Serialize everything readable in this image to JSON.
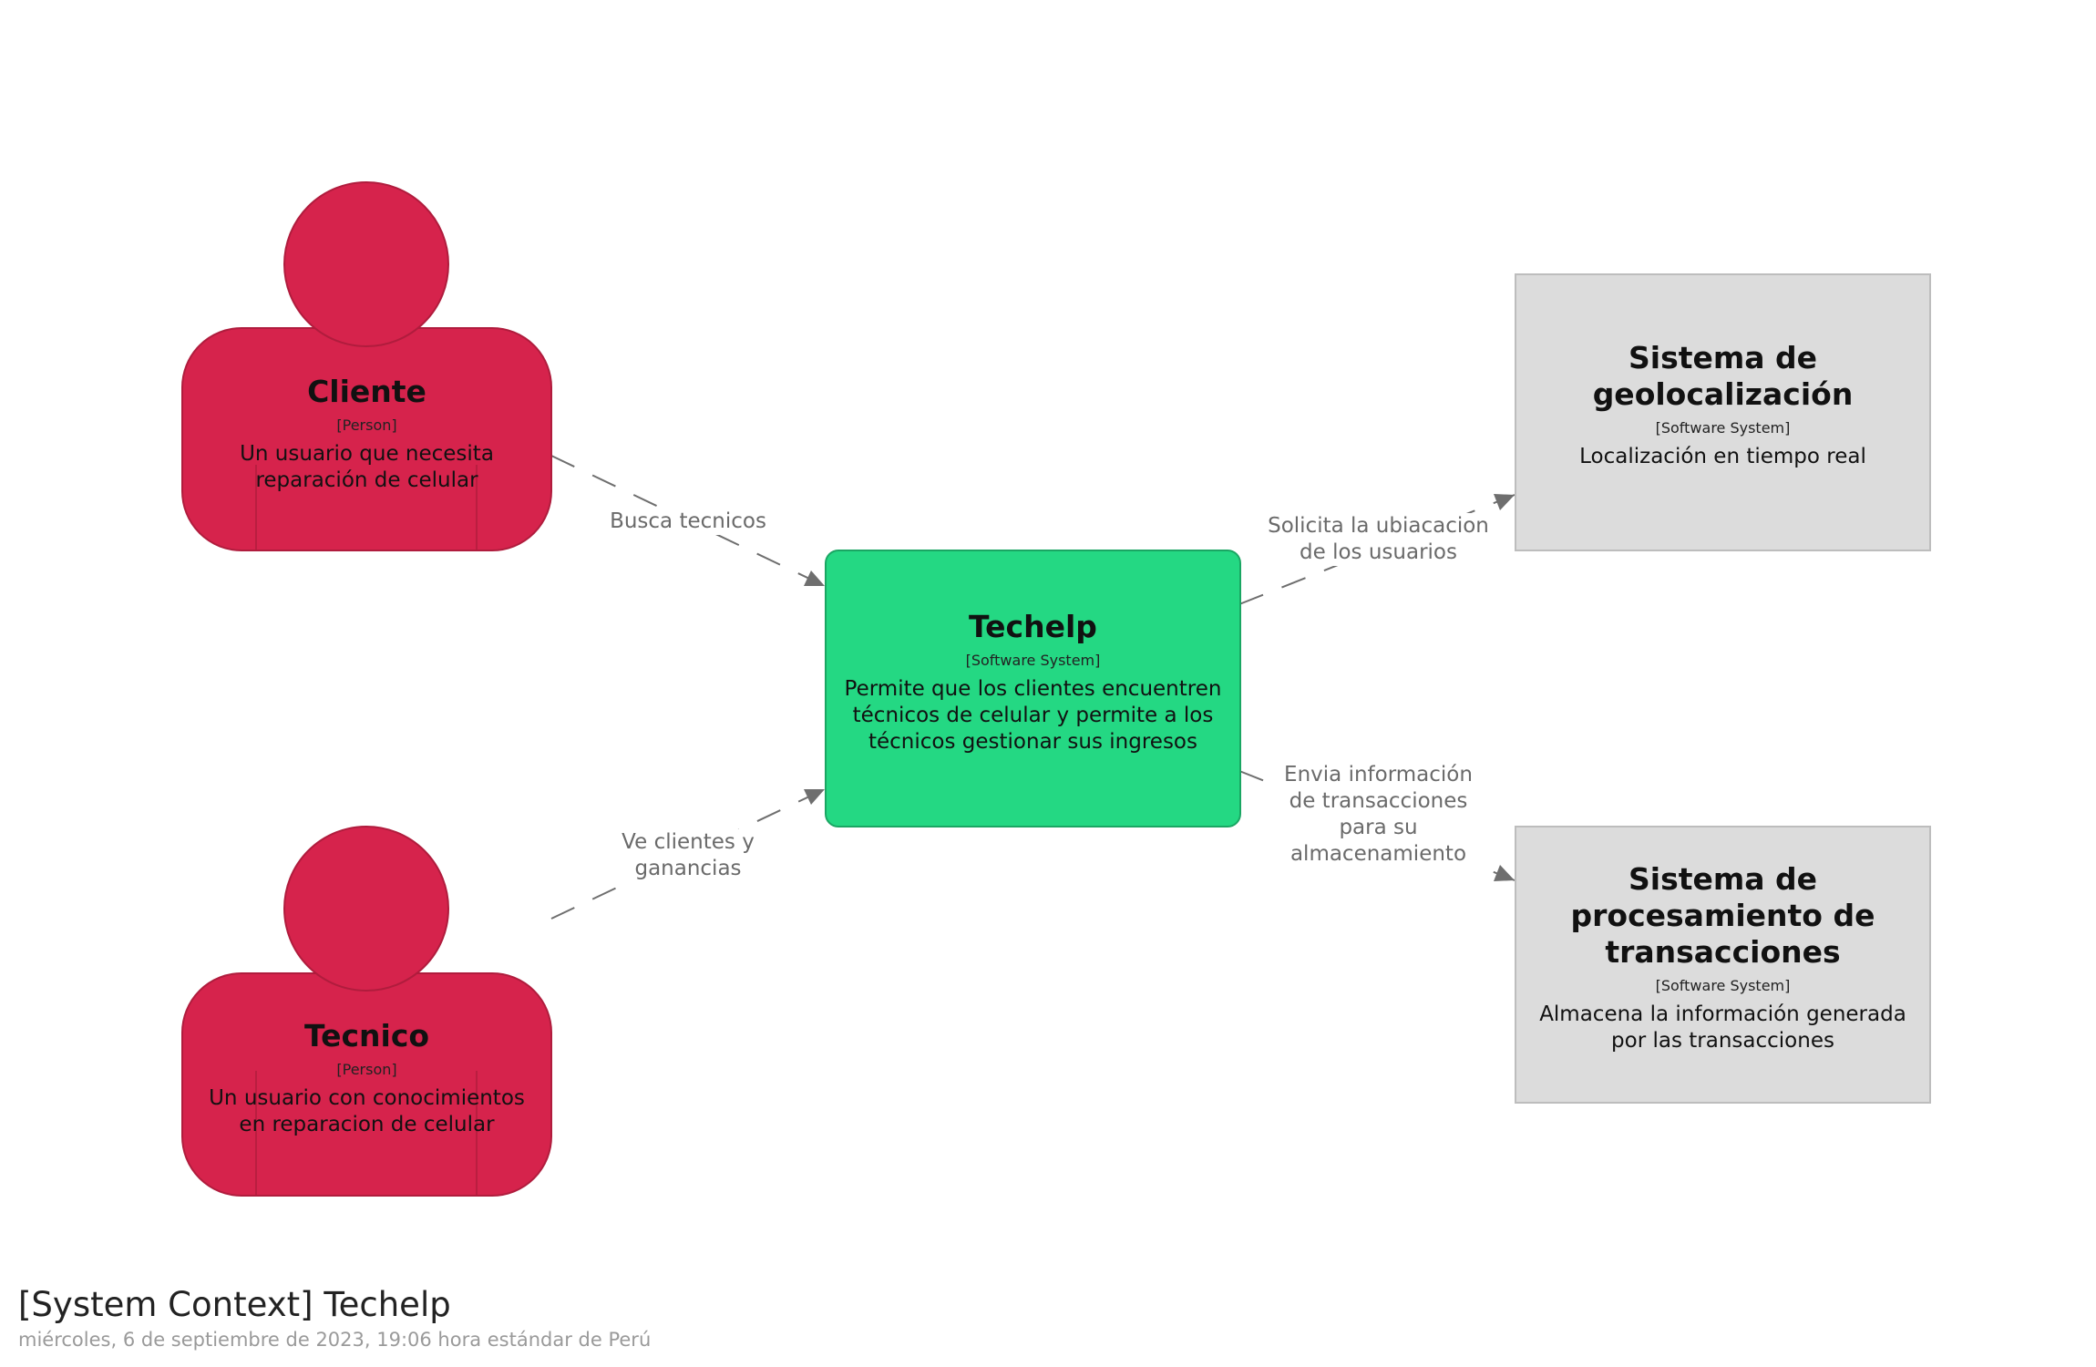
{
  "colors": {
    "person": "#d6234c",
    "person_border": "#b01c3d",
    "main_system": "#24d883",
    "main_system_border": "#1aa663",
    "external_system": "#dcdcdc",
    "external_system_border": "#bdbdbd",
    "edge": "#6e6e6e"
  },
  "elements": {
    "cliente": {
      "name": "Cliente",
      "type": "[Person]",
      "description": "Un usuario que necesita reparación de celular",
      "icon": "person-icon"
    },
    "tecnico": {
      "name": "Tecnico",
      "type": "[Person]",
      "description": "Un usuario con conocimientos en reparacion de celular",
      "icon": "person-icon"
    },
    "techelp": {
      "name": "Techelp",
      "type": "[Software System]",
      "description": "Permite que los clientes encuentren técnicos de celular y permite a los técnicos gestionar sus ingresos"
    },
    "geolocalizacion": {
      "name": "Sistema de geolocalización",
      "type": "[Software System]",
      "description": "Localización en tiempo real"
    },
    "transacciones": {
      "name": "Sistema de procesamiento de transacciones",
      "type": "[Software System]",
      "description": "Almacena la información generada por las transacciones"
    }
  },
  "relationships": {
    "cliente_techelp": "Busca tecnicos",
    "tecnico_techelp": "Ve clientes y ganancias",
    "techelp_geo": "Solicita la ubiacacion de los usuarios",
    "techelp_trans": "Envia información de transacciones para su almacenamiento"
  },
  "diagram": {
    "title": "[System Context] Techelp",
    "subtitle": "miércoles, 6 de septiembre de 2023, 19:06 hora estándar de Perú"
  }
}
